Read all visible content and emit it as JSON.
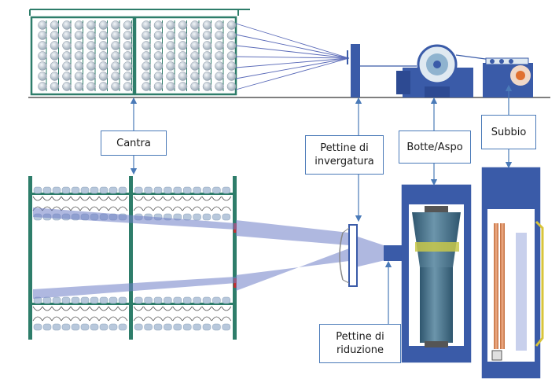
{
  "labels": {
    "cantra": "Cantra",
    "pettine_invergatura": "Pettine di\ninvergatura",
    "botte_aspo": "Botte/Aspo",
    "subbio": "Subbio",
    "pettine_riduzione": "Pettine di\nriduzione"
  },
  "colors": {
    "frame_green": "#2e7d6a",
    "machine_blue": "#3a5ba8",
    "thread_blue": "#6f7fc8",
    "arrow_blue": "#4a7ab8",
    "bobbin_grey": "#b8c4d0",
    "drum_teal": "#3f6c86",
    "band_yellow": "#c8c84a"
  }
}
